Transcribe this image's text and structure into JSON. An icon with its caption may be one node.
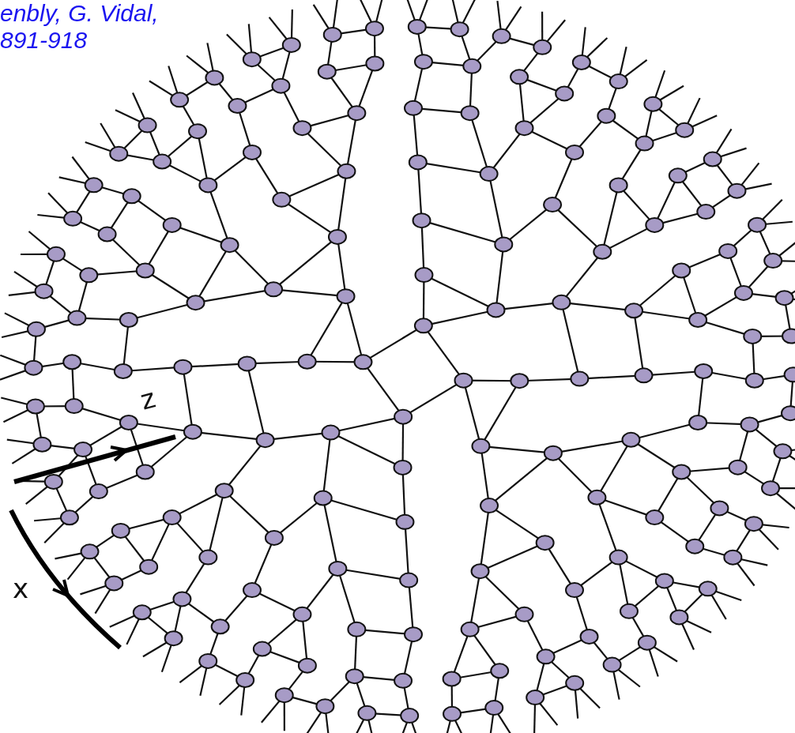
{
  "diagram": {
    "labels": [
      "enbly, G. Vidal,",
      "891-918",
      "z",
      "x"
    ]
  }
}
